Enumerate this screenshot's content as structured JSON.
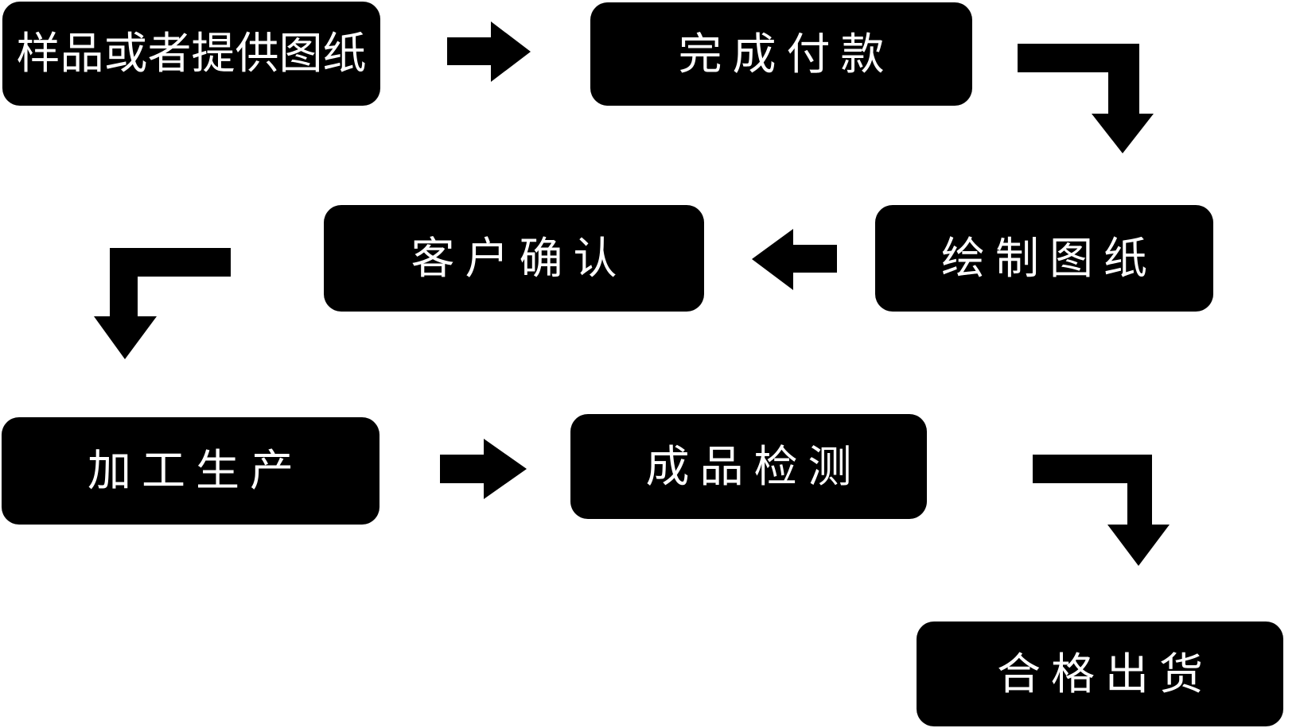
{
  "colors": {
    "background": "#ffffff",
    "box_fill": "#000000",
    "box_text": "#ffffff",
    "arrow": "#000000"
  },
  "flow": {
    "steps": [
      {
        "label": "样品或者提供图纸"
      },
      {
        "label": "完成付款"
      },
      {
        "label": "绘制图纸"
      },
      {
        "label": "客户确认"
      },
      {
        "label": "加工生产"
      },
      {
        "label": "成品检测"
      },
      {
        "label": "合格出货"
      }
    ],
    "connections": [
      {
        "from": "样品或者提供图纸",
        "to": "完成付款",
        "arrow": "right"
      },
      {
        "from": "完成付款",
        "to": "绘制图纸",
        "arrow": "elbow-right-down"
      },
      {
        "from": "绘制图纸",
        "to": "客户确认",
        "arrow": "left"
      },
      {
        "from": "客户确认",
        "to": "加工生产",
        "arrow": "elbow-left-down"
      },
      {
        "from": "加工生产",
        "to": "成品检测",
        "arrow": "right"
      },
      {
        "from": "成品检测",
        "to": "合格出货",
        "arrow": "elbow-right-down"
      }
    ]
  }
}
